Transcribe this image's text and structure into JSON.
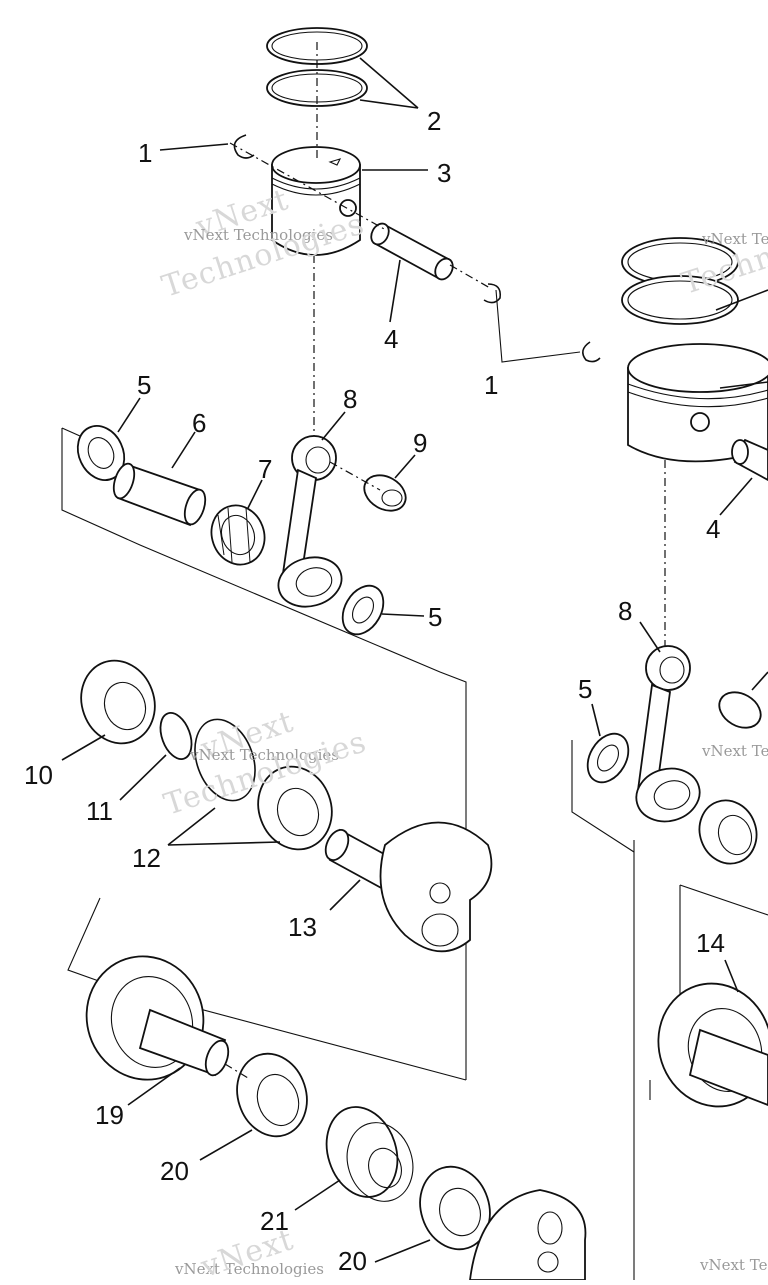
{
  "callouts": {
    "c1a": "1",
    "c2": "2",
    "c3": "3",
    "c4a": "4",
    "c1b": "1",
    "c5a": "5",
    "c6": "6",
    "c8a": "8",
    "c9": "9",
    "c7": "7",
    "c5b": "5",
    "c10": "10",
    "c11": "11",
    "c12": "12",
    "c13": "13",
    "c19": "19",
    "c20a": "20",
    "c21": "21",
    "c20b": "20",
    "c4b": "4",
    "c8b": "8",
    "c5c": "5",
    "c14": "14"
  },
  "watermarks": {
    "wm1_small": "vNext Technologies",
    "wm1_big_a": "vNext",
    "wm1_big_b": "Technologies",
    "wm2_small": "vNext Te",
    "wm2_big": "Techno",
    "wm3_small": "vNext Technologies",
    "wm3_big_a": "vNext",
    "wm3_big_b": "Technologies",
    "wm4_small": "vNext Te",
    "wm5_small": "vNext Technologies",
    "wm5_big": "vNext",
    "wm6_small": "vNext Te"
  },
  "colors": {
    "ink": "#111111",
    "watermark": "#cfcfcf",
    "background": "#ffffff"
  }
}
